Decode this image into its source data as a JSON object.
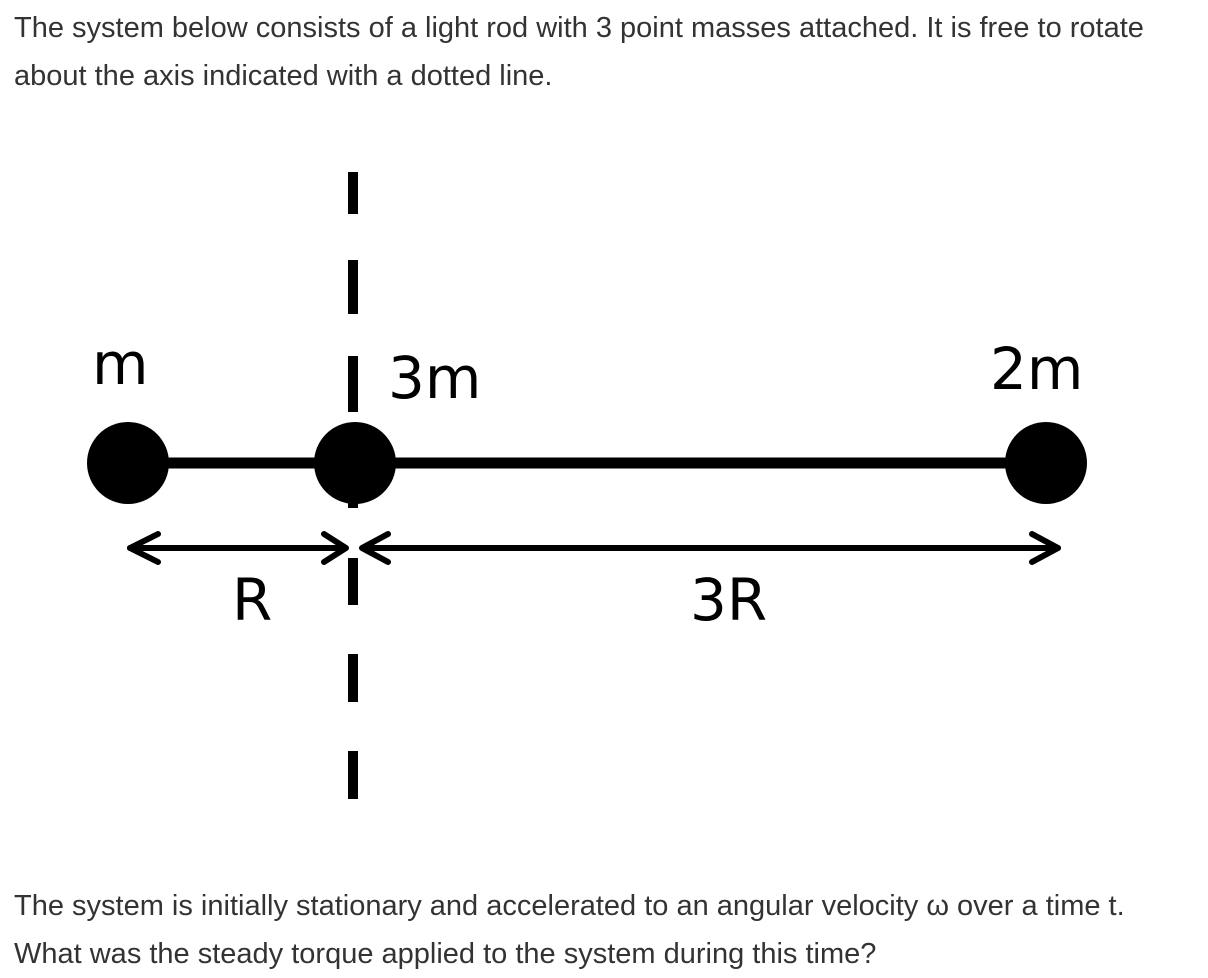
{
  "intro_text": "The system below consists of a light rod with 3 point masses attached. It is free to rotate about the axis indicated with a dotted line.",
  "question_text": "The system is initially stationary and accelerated to an angular velocity ω over a time t. What was the steady torque applied to the system during this time?",
  "diagram": {
    "mass_labels": {
      "left": "m",
      "axis": "3m",
      "right": "2m"
    },
    "distance_labels": {
      "left": "R",
      "right": "3R"
    }
  }
}
